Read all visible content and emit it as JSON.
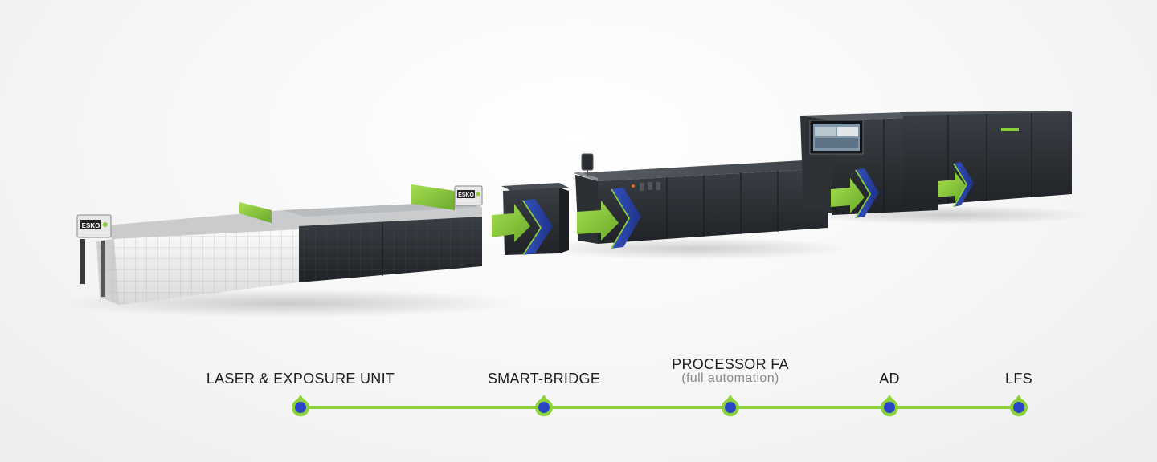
{
  "brand": {
    "logo_text": "ESKO"
  },
  "colors": {
    "accent_green": "#8cd13a",
    "arrow_blue": "#2b45a8",
    "machine_dark": "#2a2e33",
    "machine_white": "#eeeeee"
  },
  "stations": [
    {
      "label": "LASER & EXPOSURE UNIT",
      "sublabel": ""
    },
    {
      "label": "SMART-BRIDGE",
      "sublabel": ""
    },
    {
      "label": "PROCESSOR FA",
      "sublabel": "(full automation)"
    },
    {
      "label": "AD",
      "sublabel": ""
    },
    {
      "label": "LFS",
      "sublabel": ""
    }
  ],
  "icons": [
    "station-node-icon",
    "flow-arrow-icon"
  ]
}
